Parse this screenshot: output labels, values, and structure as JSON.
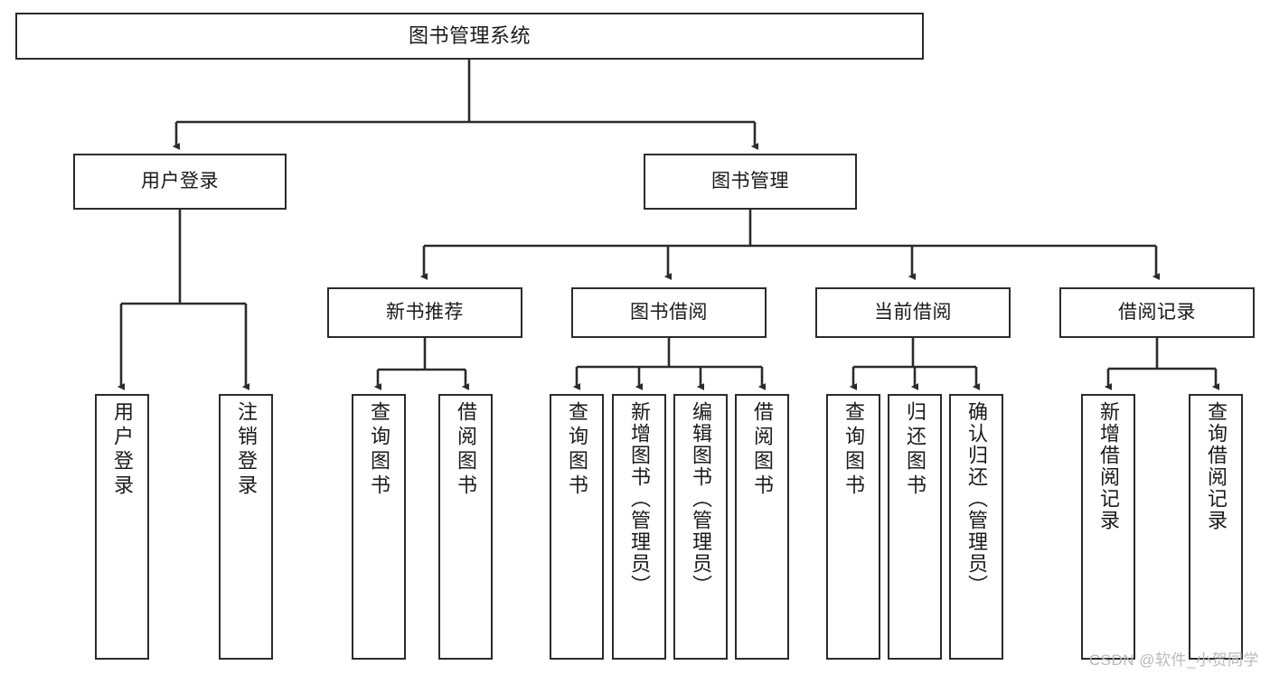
{
  "diagram": {
    "title": "图书管理系统",
    "type": "tree-hierarchy-diagram",
    "watermark": "CSDN @软件_小贺同学",
    "colors": {
      "box_border": "#2b2b2b",
      "box_fill": "#ffffff",
      "connector": "#2b2b2b",
      "text": "#1a1a1a",
      "watermark": "#b9b9b9",
      "background": "#ffffff"
    },
    "levels": {
      "root": "图书管理系统",
      "level2": [
        "用户登录",
        "图书管理"
      ],
      "level3": [
        "新书推荐",
        "图书借阅",
        "当前借阅",
        "借阅记录"
      ]
    },
    "nodes": {
      "root": {
        "label": "图书管理系统"
      },
      "user_login": {
        "label": "用户登录"
      },
      "book_manage": {
        "label": "图书管理"
      },
      "new_book_rec": {
        "label": "新书推荐"
      },
      "book_borrow": {
        "label": "图书借阅"
      },
      "current_borrow": {
        "label": "当前借阅"
      },
      "borrow_record": {
        "label": "借阅记录"
      }
    },
    "leaves": {
      "user_login": [
        {
          "label": "用户登录"
        },
        {
          "label": "注销登录"
        }
      ],
      "new_book_rec": [
        {
          "label": "查询图书"
        },
        {
          "label": "借阅图书"
        }
      ],
      "book_borrow": [
        {
          "label": "查询图书"
        },
        {
          "label": "新增图书（管理员）"
        },
        {
          "label": "编辑图书（管理员）"
        },
        {
          "label": "借阅图书"
        }
      ],
      "current_borrow": [
        {
          "label": "查询图书"
        },
        {
          "label": "归还图书"
        },
        {
          "label": "确认归还（管理员）"
        }
      ],
      "borrow_record": [
        {
          "label": "新增借阅记录"
        },
        {
          "label": "查询借阅记录"
        }
      ]
    }
  }
}
